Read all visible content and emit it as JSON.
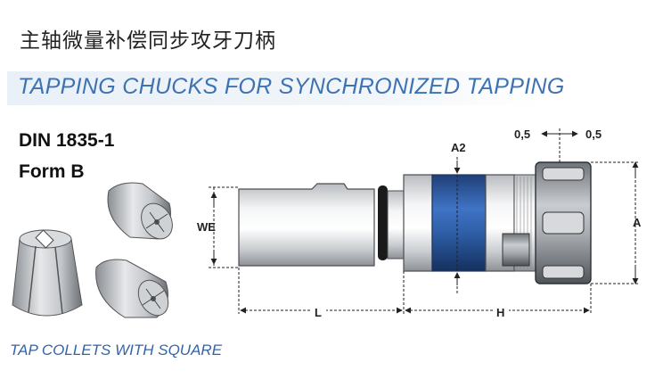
{
  "header": {
    "chinese_title": "主轴微量补偿同步攻牙刀柄",
    "english_title": "TAPPING CHUCKS FOR SYNCHRONIZED TAPPING"
  },
  "spec": {
    "standard": "DIN 1835-1",
    "form": "Form B"
  },
  "collets": {
    "caption": "TAP COLLETS WITH SQUARE"
  },
  "drawing": {
    "labels": {
      "a2": "A2",
      "we": "WE",
      "a": "A",
      "l": "L",
      "h": "H",
      "offset_left": "0,5",
      "offset_right": "0,5"
    }
  },
  "colors": {
    "banner_text": "#3d72b3",
    "caption_text": "#3464a8",
    "band_blue": "#2f5fa8"
  }
}
